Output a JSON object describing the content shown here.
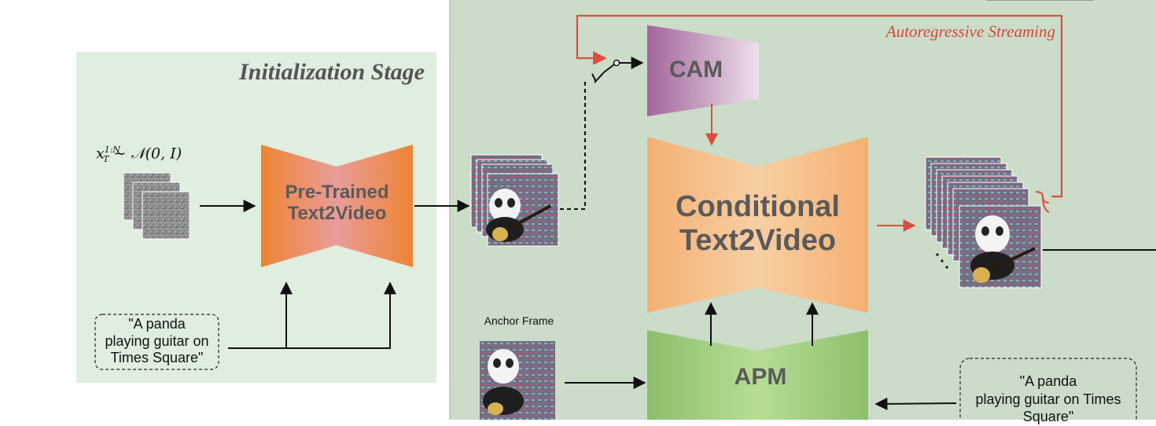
{
  "initialization_stage": {
    "title": "Initialization Stage",
    "noise_label": {
      "var": "x",
      "subscript": "T",
      "superscript": "1:N",
      "relation": "∼",
      "distribution": "𝒩(0, I)"
    },
    "model_label_line1": "Pre-Trained",
    "model_label_line2": "Text2Video",
    "prompt_line1": "\"A panda",
    "prompt_line2": "playing guitar on",
    "prompt_line3": "Times Square\""
  },
  "streaming_stage": {
    "title": "Autoregressive Streaming",
    "cam_label": "CAM",
    "model_label_line1": "Conditional",
    "model_label_line2": "Text2Video",
    "apm_label": "APM",
    "anchor_label": "Anchor Frame",
    "prompt_line1": "\"A panda",
    "prompt_line2": "playing guitar on Times",
    "prompt_line3": "Square\""
  },
  "colors": {
    "init_bg": "#e0eedf",
    "stream_bg": "#cbdcc9",
    "orange_dark": "#ee8838",
    "orange_light": "#f6b47c",
    "green_block": "#8cc06c",
    "cam_block": "#a86ea0",
    "arrow_red": "#e04b3f",
    "text_gray": "#5a5a5a"
  }
}
